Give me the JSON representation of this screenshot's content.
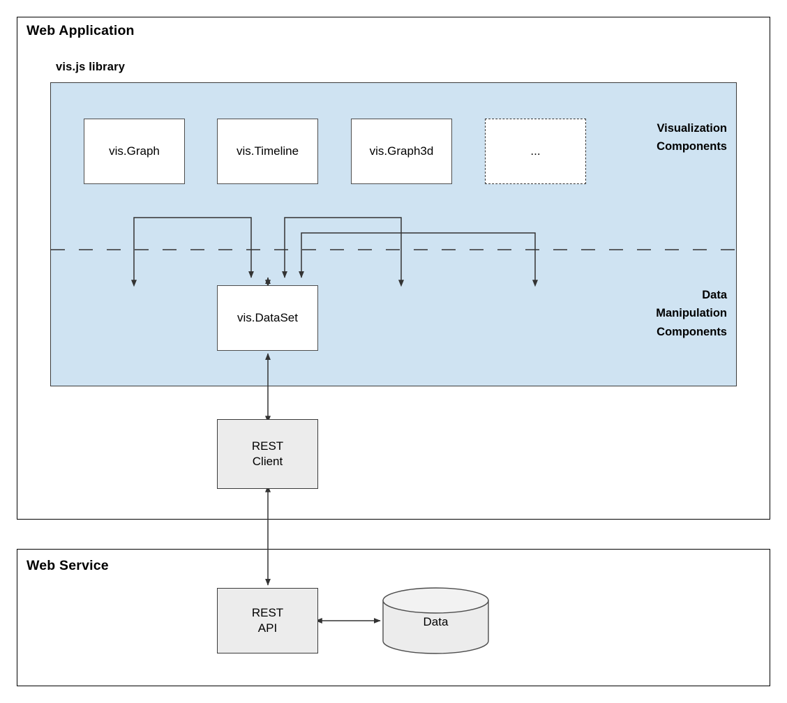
{
  "diagram": {
    "sections": [
      {
        "id": "web-application",
        "title": "Web Application"
      },
      {
        "id": "web-service",
        "title": "Web Service"
      }
    ],
    "library_panel": {
      "title": "vis.js library",
      "fill_color": "#cfe3f2",
      "border_color": "#3a3a3a",
      "divider": "dashed"
    },
    "group_labels": {
      "visualization": "Visualization\nComponents",
      "data_manipulation": "Data\nManipulation\nComponents"
    },
    "nodes": [
      {
        "id": "vis-graph",
        "label": "vis.Graph",
        "style": "white",
        "fill": "#ffffff"
      },
      {
        "id": "vis-timeline",
        "label": "vis.Timeline",
        "style": "white",
        "fill": "#ffffff"
      },
      {
        "id": "vis-graph3d",
        "label": "vis.Graph3d",
        "style": "white",
        "fill": "#ffffff"
      },
      {
        "id": "ellipsis",
        "label": "...",
        "style": "dashed",
        "fill": "#ffffff"
      },
      {
        "id": "vis-dataset",
        "label": "vis.DataSet",
        "style": "white",
        "fill": "#ffffff"
      },
      {
        "id": "rest-client",
        "label": "REST\nClient",
        "style": "gray",
        "fill": "#ececec"
      },
      {
        "id": "rest-api",
        "label": "REST\nAPI",
        "style": "gray",
        "fill": "#ececec"
      },
      {
        "id": "data-store",
        "label": "Data",
        "style": "cylinder",
        "fill": "#ececec"
      }
    ],
    "connections": [
      {
        "from": "vis-dataset",
        "to": "vis-graph",
        "arrow": "both"
      },
      {
        "from": "vis-dataset",
        "to": "vis-timeline",
        "arrow": "both"
      },
      {
        "from": "vis-dataset",
        "to": "vis-graph3d",
        "arrow": "both"
      },
      {
        "from": "vis-dataset",
        "to": "ellipsis",
        "arrow": "both"
      },
      {
        "from": "vis-dataset",
        "to": "rest-client",
        "arrow": "both"
      },
      {
        "from": "rest-client",
        "to": "rest-api",
        "arrow": "both"
      },
      {
        "from": "rest-api",
        "to": "data-store",
        "arrow": "both"
      }
    ],
    "colors": {
      "panel_border": "#000000",
      "library_fill": "#cfe3f2",
      "node_gray_fill": "#ececec",
      "line": "#333333"
    }
  }
}
